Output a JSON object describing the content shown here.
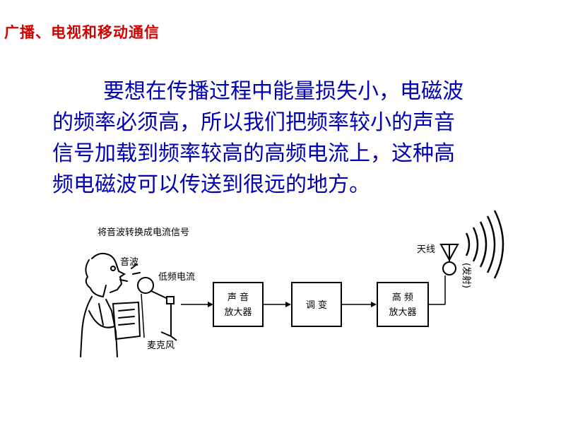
{
  "title": "广播、电视和移动通信",
  "paragraph": {
    "lines": [
      "要想在传播过程中能量损失小，电磁波",
      "的频率必须高，所以我们把频率较小的声音",
      "信号加载到频率较高的高频电流上，这种高",
      "频电磁波可以传送到很远的地方。"
    ]
  },
  "diagram": {
    "caption": "将音波转换成电流信号",
    "sound_wave_label": "音波",
    "low_freq_label": "低频电流",
    "microphone_label": "麦克风",
    "antenna_label": "天线",
    "transmit_label": "(发射)",
    "boxes": [
      {
        "line1": "声 音",
        "line2": "放大器"
      },
      {
        "line1": "调 变",
        "line2": ""
      },
      {
        "line1": "高 频",
        "line2": "放大器"
      }
    ]
  },
  "colors": {
    "title": "#d40000",
    "text": "#0000b4",
    "diagram": "#000000"
  }
}
